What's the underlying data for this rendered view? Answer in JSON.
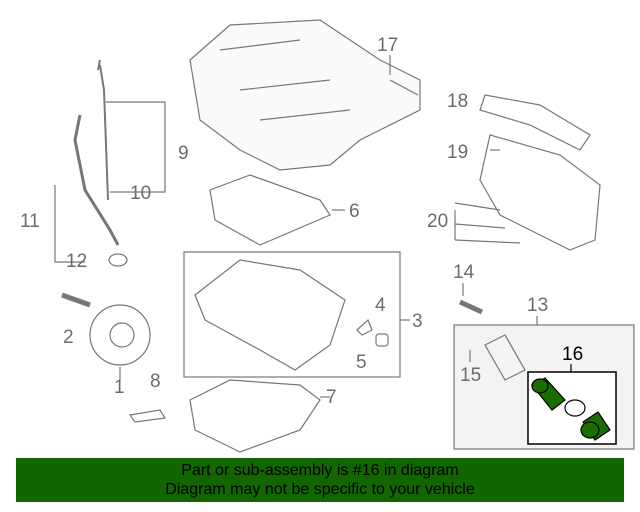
{
  "diagram": {
    "callouts": [
      {
        "id": "1",
        "label": "1"
      },
      {
        "id": "2",
        "label": "2"
      },
      {
        "id": "3",
        "label": "3"
      },
      {
        "id": "4",
        "label": "4"
      },
      {
        "id": "5",
        "label": "5"
      },
      {
        "id": "6",
        "label": "6"
      },
      {
        "id": "7",
        "label": "7"
      },
      {
        "id": "8",
        "label": "8"
      },
      {
        "id": "9",
        "label": "9"
      },
      {
        "id": "10",
        "label": "10"
      },
      {
        "id": "11",
        "label": "11"
      },
      {
        "id": "12",
        "label": "12"
      },
      {
        "id": "13",
        "label": "13"
      },
      {
        "id": "14",
        "label": "14"
      },
      {
        "id": "15",
        "label": "15"
      },
      {
        "id": "16",
        "label": "16"
      },
      {
        "id": "17",
        "label": "17"
      },
      {
        "id": "18",
        "label": "18"
      },
      {
        "id": "19",
        "label": "19"
      },
      {
        "id": "20",
        "label": "20"
      }
    ],
    "highlight_color": "#1a6e00",
    "line_color": "#6b6b6b"
  },
  "banner": {
    "line1": "Part or sub-assembly is #16 in diagram",
    "line2": "Diagram may not be specific to your vehicle",
    "background": "#116600"
  }
}
